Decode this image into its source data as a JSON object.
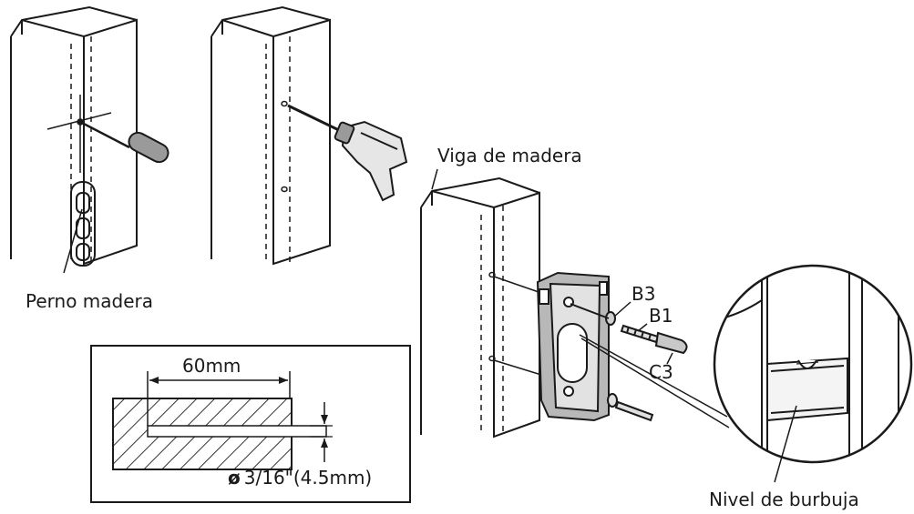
{
  "labels": {
    "wood_beam": "Viga de madera",
    "wood_bolt": "Perno madera",
    "bubble_level": "Nivel de burbuja",
    "b3": "B3",
    "b1": "B1",
    "c3": "C3"
  },
  "dimensions": {
    "depth": "60mm",
    "diameter_symbol": "ø",
    "diameter": "3/16\"(4.5mm)"
  },
  "colors": {
    "ink": "#1a1a1a",
    "hatch": "#333333",
    "tool_grey": "#9a9a9a",
    "bracket_grey": "#b8b8b8"
  }
}
